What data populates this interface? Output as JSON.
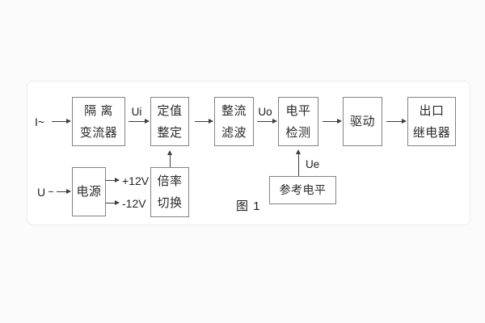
{
  "figure": {
    "caption": "图 1",
    "labels": {
      "input_current": "I~",
      "ui": "Ui",
      "uo": "Uo",
      "ue": "Ue",
      "input_voltage": "U",
      "plus12": "+12V",
      "minus12": "-12V"
    },
    "blocks": {
      "isolation_transformer": {
        "line1": "隔 离",
        "line2": "变流器"
      },
      "setting_adjustment": {
        "line1": "定值",
        "line2": "整定"
      },
      "rectifier_filter": {
        "line1": "整流",
        "line2": "滤波"
      },
      "level_detection": {
        "line1": "电平",
        "line2": "检测"
      },
      "drive": {
        "label": "驱动"
      },
      "output_relay": {
        "line1": "出口",
        "line2": "继电器"
      },
      "power_supply": {
        "label": "电源"
      },
      "ratio_switch": {
        "line1": "倍率",
        "line2": "切换"
      },
      "reference_level": {
        "label": "参考电平"
      }
    }
  }
}
